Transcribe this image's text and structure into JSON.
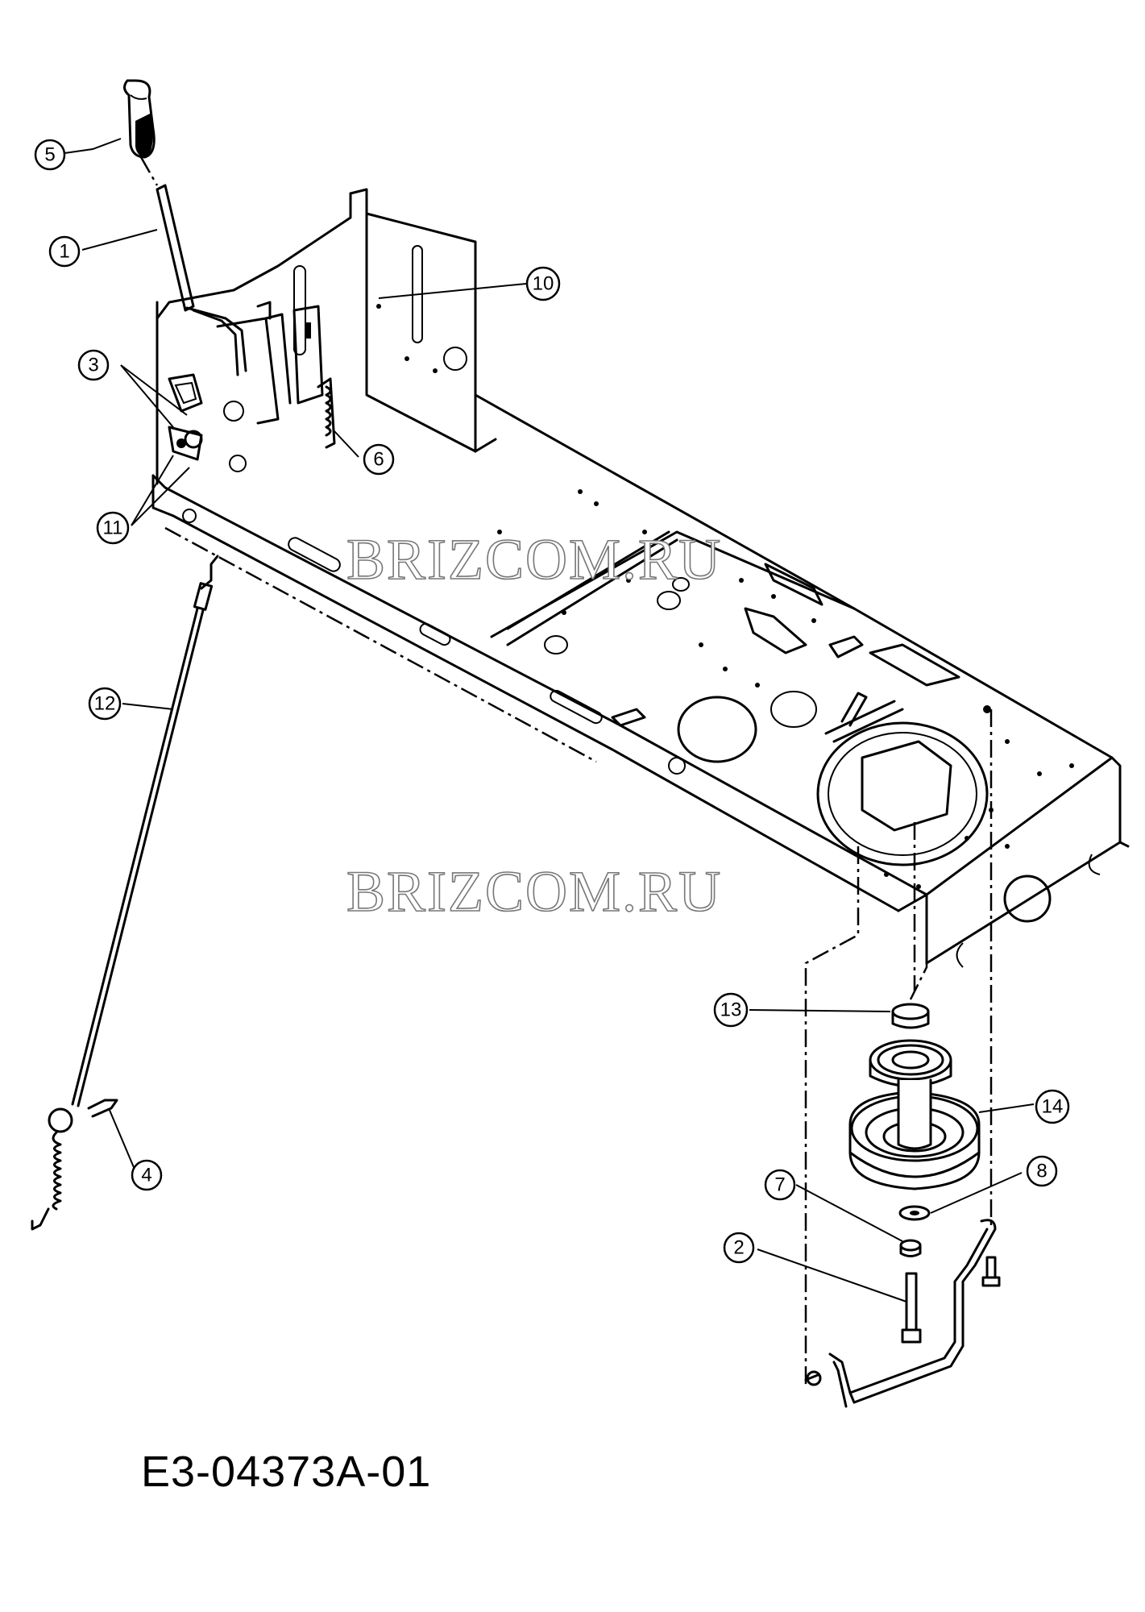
{
  "watermarks": [
    "BRIZCOM.RU",
    "BRIZCOM.RU"
  ],
  "drawing_code": "E3-04373A-01",
  "callouts": [
    {
      "id": "5",
      "label": "5"
    },
    {
      "id": "1",
      "label": "1"
    },
    {
      "id": "10",
      "label": "10"
    },
    {
      "id": "3",
      "label": "3"
    },
    {
      "id": "6",
      "label": "6"
    },
    {
      "id": "11",
      "label": "11"
    },
    {
      "id": "12",
      "label": "12"
    },
    {
      "id": "4",
      "label": "4"
    },
    {
      "id": "13",
      "label": "13"
    },
    {
      "id": "14",
      "label": "14"
    },
    {
      "id": "7",
      "label": "7"
    },
    {
      "id": "8",
      "label": "8"
    },
    {
      "id": "2",
      "label": "2"
    }
  ]
}
